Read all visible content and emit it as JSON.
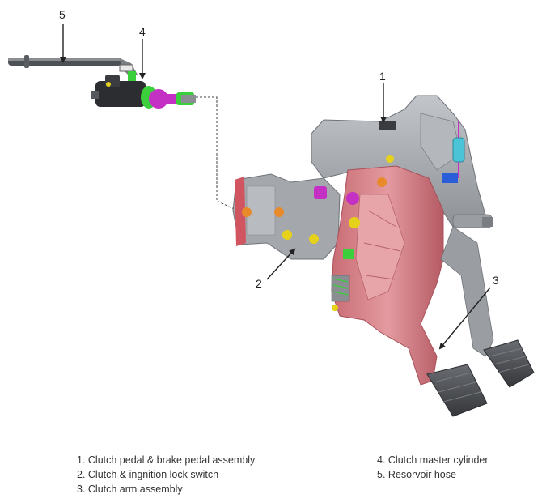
{
  "callouts": [
    {
      "num": "1"
    },
    {
      "num": "2"
    },
    {
      "num": "3"
    },
    {
      "num": "4"
    },
    {
      "num": "5"
    }
  ],
  "legend": {
    "left": [
      "1. Clutch pedal & brake pedal assembly",
      "2. Clutch & ingnition lock switch",
      "3. Clutch arm assembly"
    ],
    "right": [
      "4. Clutch master cylinder",
      "5. Resorvoir hose"
    ]
  },
  "colors": {
    "housing": "#a4a8ad",
    "housing_dark": "#6f7378",
    "pedal_arm": "#d98087",
    "pedal_arm_dark": "#a8505a",
    "pad": "#4a4d52",
    "magenta": "#c42fc4",
    "green": "#3ccf3c",
    "orange": "#e88a2a",
    "yellow": "#e6d21a",
    "cyan": "#4cc4d8",
    "blue": "#2a5ed8",
    "cylinder_black": "#2b2d30"
  }
}
